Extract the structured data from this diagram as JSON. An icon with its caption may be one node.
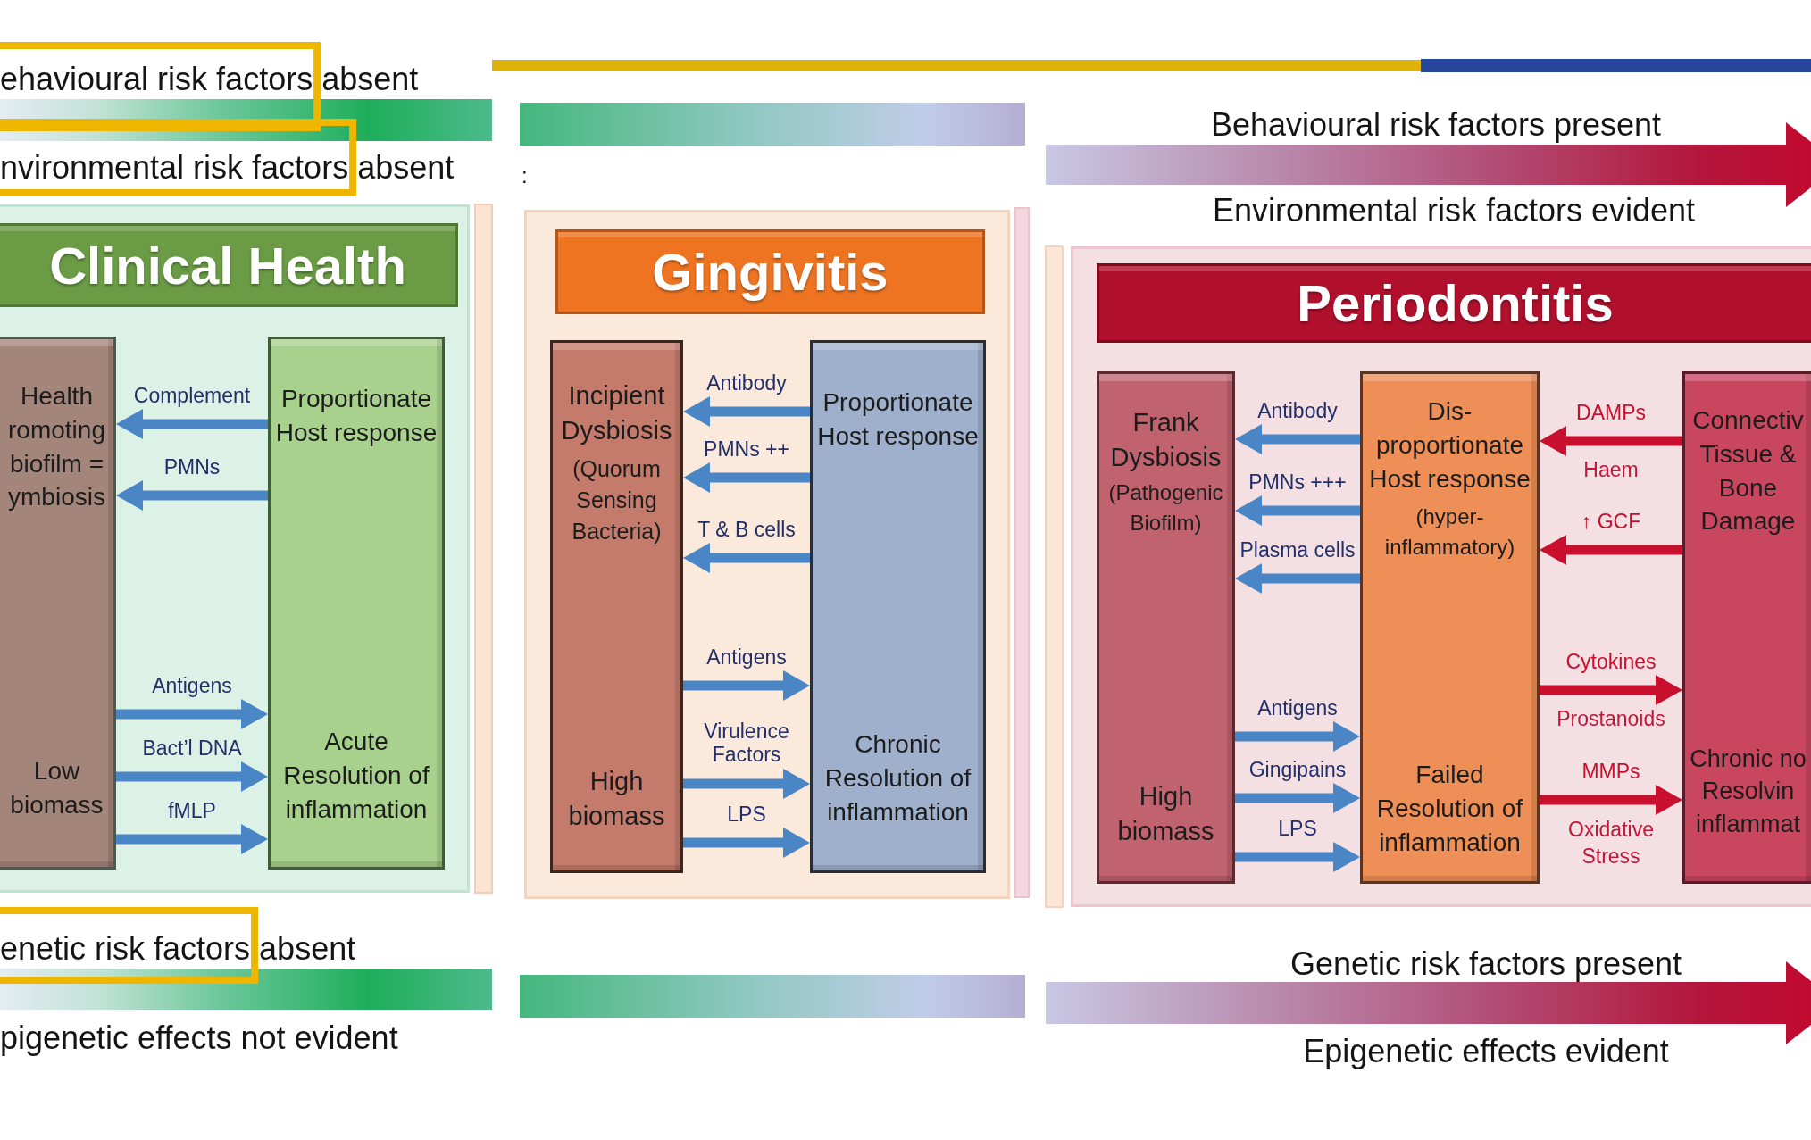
{
  "diagram": {
    "nodes": [
      {
        "text": [],
        "shape": "bar"
      },
      {
        "text": [],
        "shape": "bar"
      },
      {
        "text": [
          "Clinical Health"
        ]
      },
      {
        "text": [
          "Health romoting biofilm = ymbiosis",
          "Low biomass"
        ],
        "in": 2
      },
      {
        "text": [
          "Proportionate Host response",
          "Acute Resolution of inflammation"
        ],
        "in": 2
      },
      {
        "text": [
          "Gingivitis"
        ]
      },
      {
        "text": [
          "Incipient Dysbiosis",
          "(Quorum Sensing Bacteria)",
          "High biomass"
        ],
        "in": 5
      },
      {
        "text": [
          "Proportionate Host response",
          "Chronic Resolution of inflammation"
        ],
        "in": 5
      },
      {
        "text": [
          "Periodontitis"
        ]
      },
      {
        "text": [
          "Frank Dysbiosis",
          "(Pathogenic Biofilm)",
          "High biomass"
        ],
        "in": 8
      },
      {
        "text": [
          "Dis- proportionate Host response",
          "(hyper- inflammatory)",
          "Failed Resolution of inflammation"
        ],
        "in": 8
      },
      {
        "text": [
          "Connectiv Tissue & Bone Damage",
          "Chronic no Resolvin inflammat"
        ],
        "in": 8
      },
      {
        "text": [],
        "shape": "bar"
      },
      {
        "text": [],
        "shape": "bar"
      }
    ],
    "edges": [
      {
        "from": 4,
        "to": 3,
        "arrow": "to",
        "label": "Complement"
      },
      {
        "from": 4,
        "to": 3,
        "arrow": "to",
        "label": "PMNs"
      },
      {
        "from": 3,
        "to": 4,
        "arrow": "to",
        "label": "Antigens"
      },
      {
        "from": 3,
        "to": 4,
        "arrow": "to",
        "label": "Bact’l DNA"
      },
      {
        "from": 3,
        "to": 4,
        "arrow": "to",
        "label": "fMLP"
      },
      {
        "from": 7,
        "to": 6,
        "arrow": "to",
        "label": "Antibody"
      },
      {
        "from": 7,
        "to": 6,
        "arrow": "to",
        "label": "PMNs ++"
      },
      {
        "from": 7,
        "to": 6,
        "arrow": "to",
        "label": "T & B cells"
      },
      {
        "from": 6,
        "to": 7,
        "arrow": "to",
        "label": "Antigens"
      },
      {
        "from": 6,
        "to": 7,
        "arrow": "to",
        "label": "Virulence Factors"
      },
      {
        "from": 6,
        "to": 7,
        "arrow": "to",
        "label": "LPS"
      },
      {
        "from": 10,
        "to": 9,
        "arrow": "to",
        "label": "Antibody"
      },
      {
        "from": 10,
        "to": 9,
        "arrow": "to",
        "label": "PMNs +++"
      },
      {
        "from": 10,
        "to": 9,
        "arrow": "to",
        "label": "Plasma cells"
      },
      {
        "from": 9,
        "to": 10,
        "arrow": "to",
        "label": "Antigens"
      },
      {
        "from": 9,
        "to": 10,
        "arrow": "to",
        "label": "Gingipains"
      },
      {
        "from": 9,
        "to": 10,
        "arrow": "to",
        "label": "LPS"
      },
      {
        "from": 11,
        "to": 10,
        "arrow": "to",
        "label": "DAMPs",
        "color": "#c8102e"
      },
      {
        "from": 11,
        "to": 10,
        "arrow": "to",
        "label": "↑ GCF",
        "color": "#c8102e"
      },
      {
        "from": 10,
        "to": 11,
        "arrow": "to",
        "label": "Cytokines",
        "color": "#c8102e"
      },
      {
        "from": 10,
        "to": 11,
        "arrow": "to",
        "label": "MMPs",
        "color": "#c8102e"
      }
    ],
    "labels": [
      "ehavioural risk factors absent",
      "nvironmental risk factors absent",
      ":",
      "Behavioural risk factors present",
      "Environmental risk factors evident",
      "Haem",
      "Prostanoids",
      "Oxidative Stress",
      "enetic risk factors absent",
      "pigenetic effects not evident",
      "Genetic risk factors present",
      "Epigenetic effects evident"
    ]
  }
}
